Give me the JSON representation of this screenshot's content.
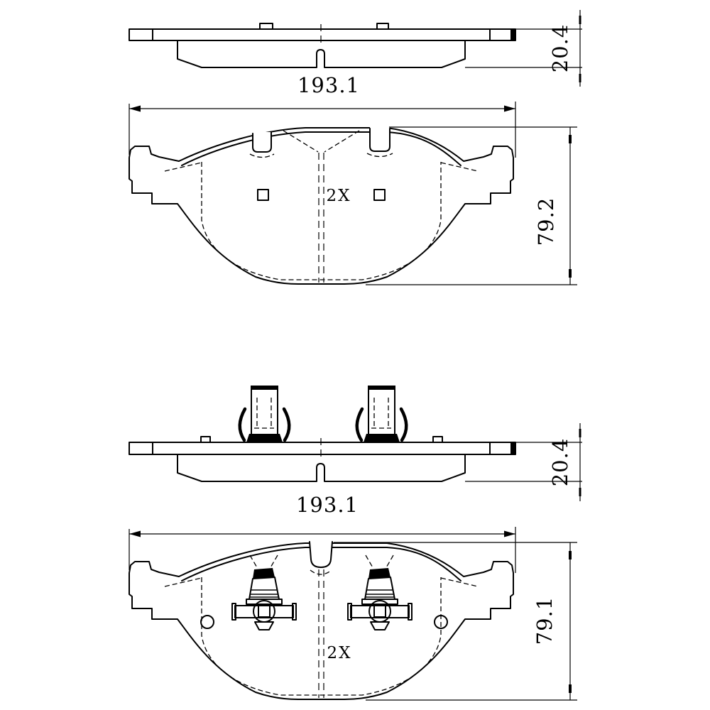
{
  "diagram": {
    "type": "engineering-drawing",
    "line_color": "#000000",
    "background": "#ffffff",
    "upper_pad": {
      "side_view": {
        "thickness": "20.4"
      },
      "front_view": {
        "width": "193.1",
        "height": "79.2",
        "feature_count": "2X"
      }
    },
    "lower_pad": {
      "side_view": {
        "thickness": "20.4"
      },
      "front_view": {
        "width": "193.1",
        "height": "79.1",
        "feature_count": "2X"
      }
    }
  }
}
